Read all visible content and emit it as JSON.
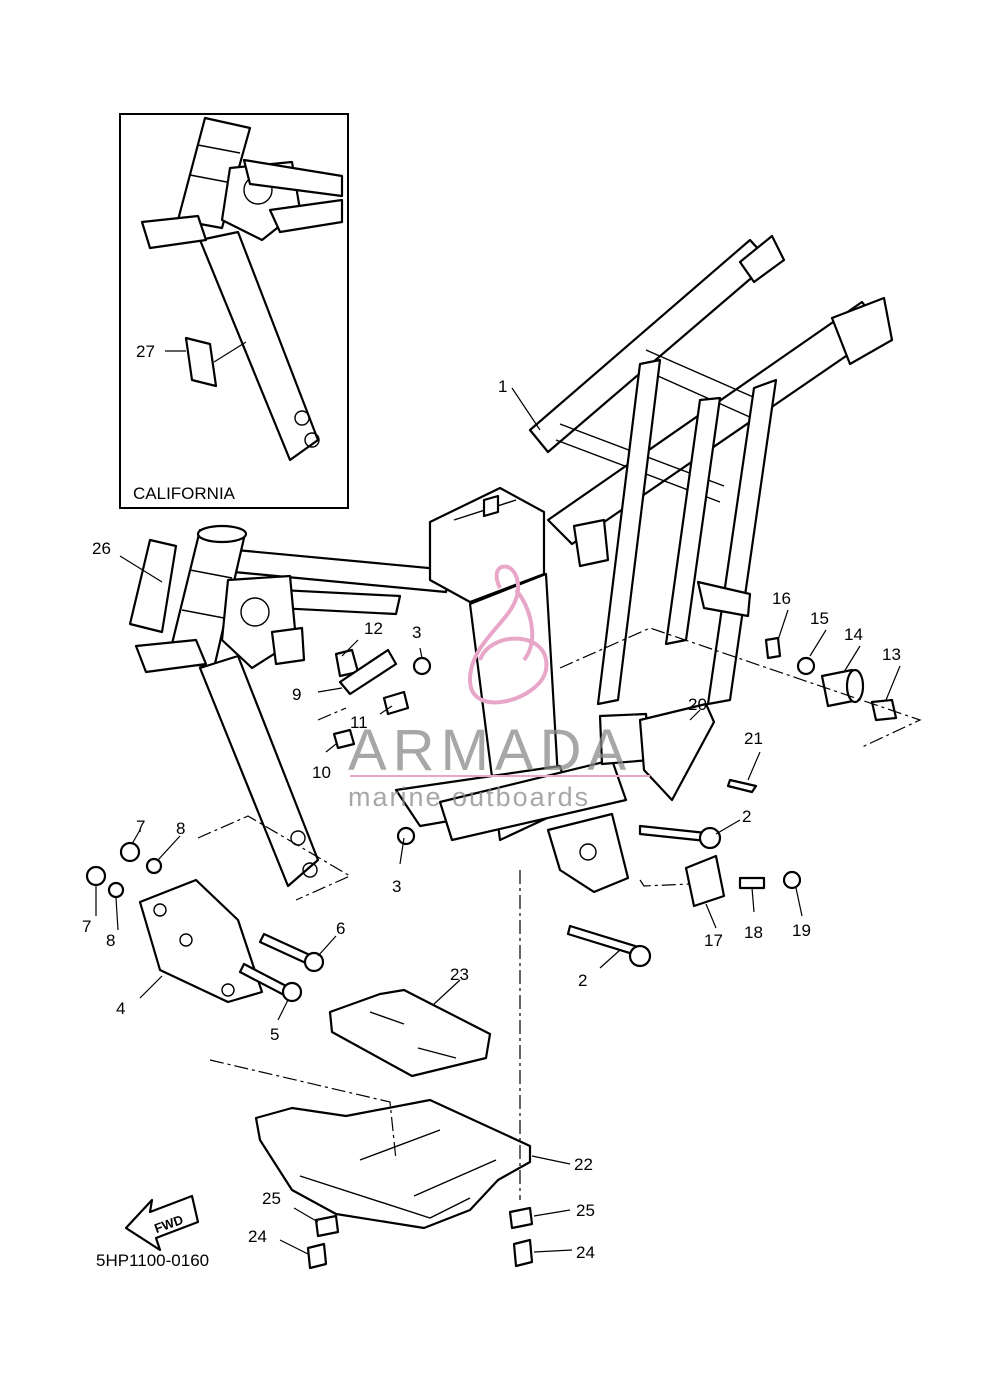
{
  "diagram_code": "5HP1100-0160",
  "inset": {
    "label": "CALIFORNIA",
    "part_number": "27"
  },
  "watermark": {
    "brand": "ARMADA",
    "tagline": "marine outboards",
    "color": "#e8a6c8"
  },
  "fwd_arrow": "FWD",
  "callouts": [
    "1",
    "2",
    "2",
    "3",
    "3",
    "4",
    "5",
    "6",
    "7",
    "7",
    "8",
    "8",
    "9",
    "10",
    "11",
    "12",
    "13",
    "14",
    "15",
    "16",
    "17",
    "18",
    "19",
    "20",
    "21",
    "22",
    "23",
    "24",
    "24",
    "25",
    "25",
    "26"
  ]
}
